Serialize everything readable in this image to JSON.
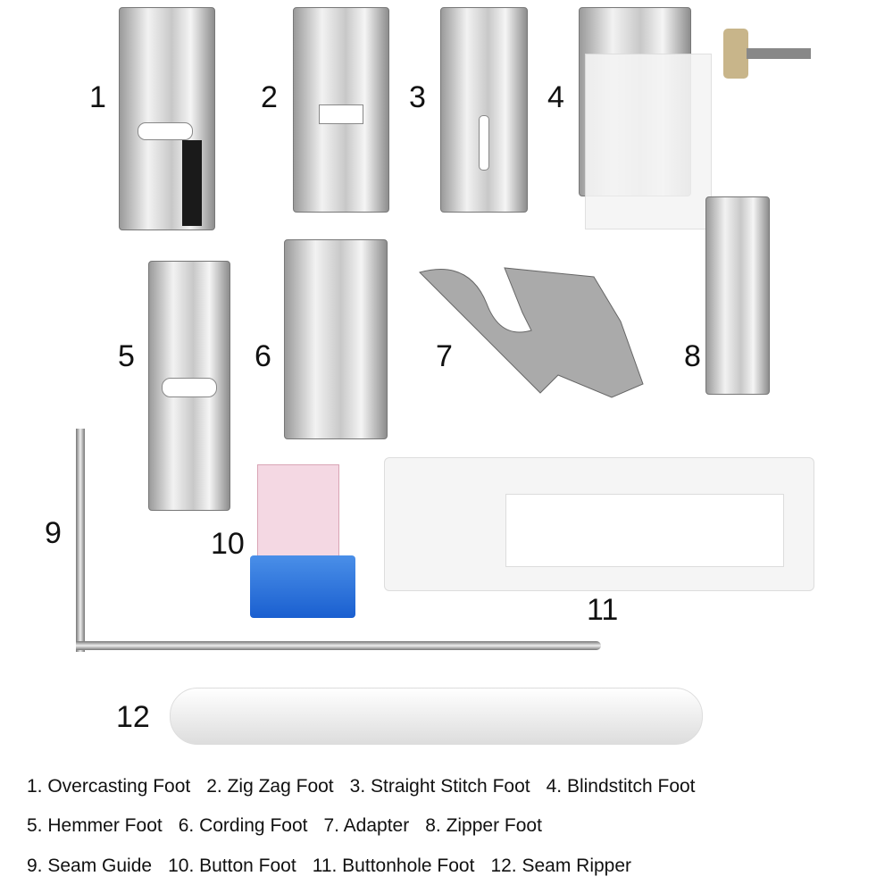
{
  "numbers": [
    "1",
    "2",
    "3",
    "4",
    "5",
    "6",
    "7",
    "8",
    "9",
    "10",
    "11",
    "12"
  ],
  "captions": [
    [
      "1. Overcasting Foot",
      "2. Zig Zag Foot",
      "3. Straight Stitch Foot",
      "4. Blindstitch Foot"
    ],
    [
      "5. Hemmer Foot",
      "6. Cording Foot",
      "7. Adapter",
      "8. Zipper Foot"
    ],
    [
      "9. Seam Guide",
      "10. Button Foot",
      "11. Buttonhole Foot",
      "12. Seam Ripper"
    ]
  ]
}
